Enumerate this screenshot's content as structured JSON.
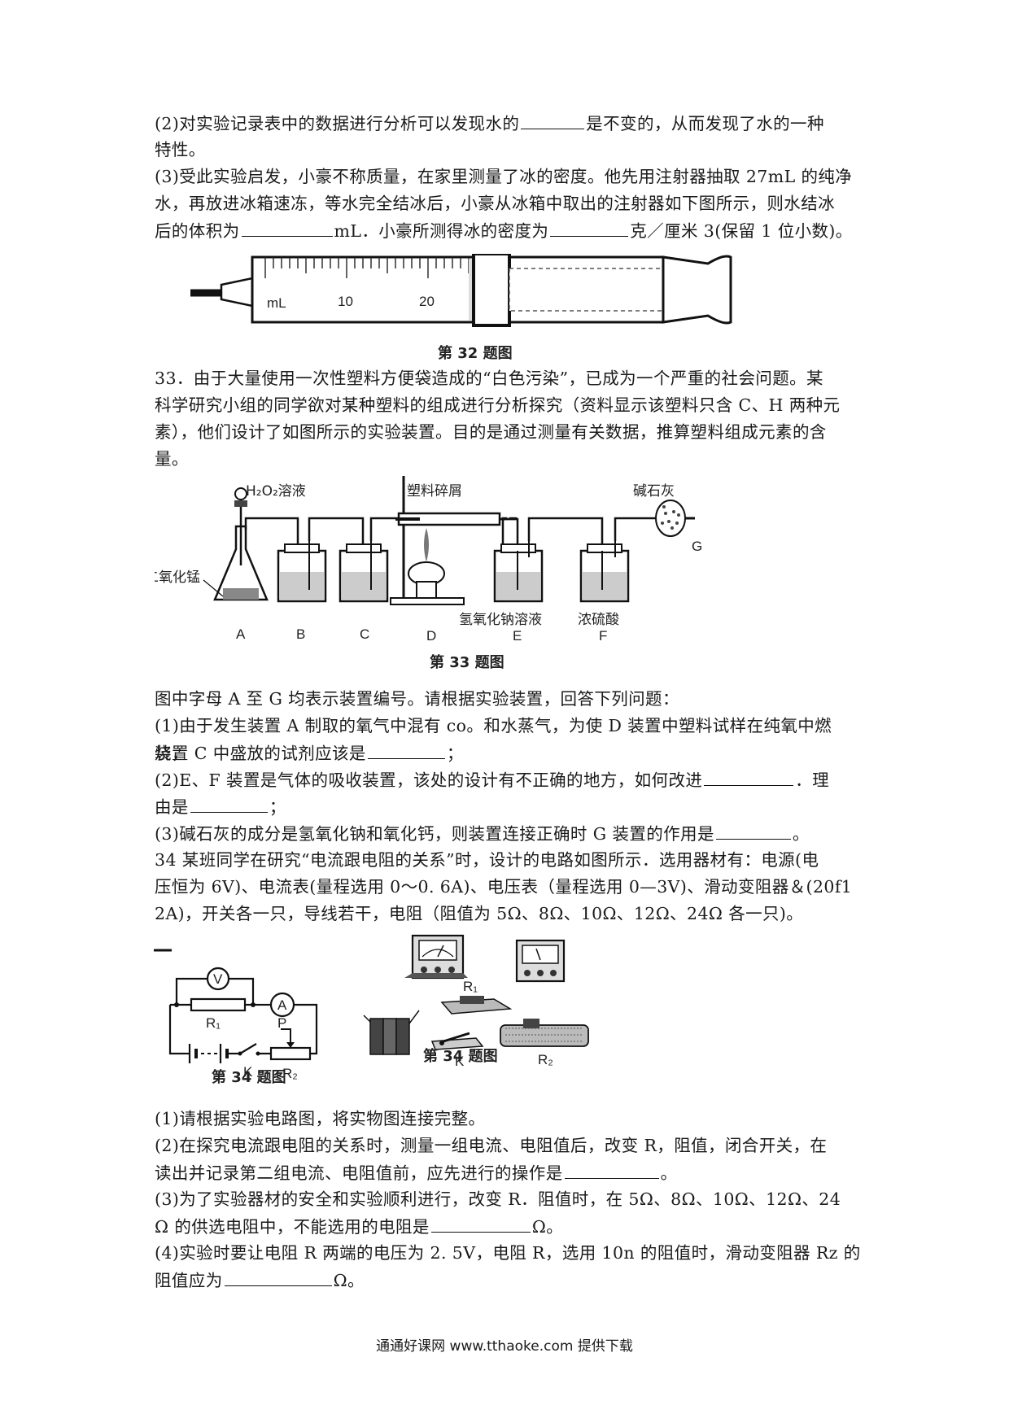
{
  "q32": {
    "p2_a": "(2)对实验记录表中的数据进行分析可以发现水的",
    "p2_b": "是不变的，从而发现了水的一种",
    "p2_c": "特性。",
    "p3_a": "(3)受此实验启发，小豪不称质量，在家里测量了冰的密度。他先用注射器抽取 27mL 的纯净",
    "p3_b": "水，再放进冰箱速冻，等水完全结冰后，小豪从冰箱中取出的注射器如下图所示，则水结冰",
    "p3_c": "后的体积为",
    "p3_d": "mL．小豪所测得冰的密度为",
    "p3_e": "克／厘米 3(保留 1 位小数)。",
    "syringe_unit": "mL",
    "syringe_tick_10": "10",
    "syringe_tick_20": "20",
    "fig_caption": "第 32 题图"
  },
  "q33": {
    "intro_1": "33．由于大量使用一次性塑料方便袋造成的“白色污染”，已成为一个严重的社会问题。某",
    "intro_2": "科学研究小组的同学欲对某种塑料的组成进行分析探究（资料显示该塑料只含 C、H 两种元",
    "intro_3": "素），他们设计了如图所示的实验装置。目的是通过测量有关数据，推算塑料组成元素的含",
    "intro_4": "量。",
    "label_h2o2": "H₂O₂溶液",
    "label_mno2": "二氧化锰",
    "label_plastic": "塑料碎屑",
    "label_soda_lime": "碱石灰",
    "label_naoh": "氢氧化钠溶液",
    "label_h2so4": "浓硫酸",
    "label_A": "A",
    "label_B": "B",
    "label_C": "C",
    "label_D": "D",
    "label_E": "E",
    "label_F": "F",
    "label_G": "G",
    "fig_caption": "第 33 题图",
    "desc": "图中字母 A 至 G 均表示装置编号。请根据实验装置，回答下列问题：",
    "a1_a": "(1)由于发生装置 A 制取的氧气中混有 co。和水蒸气，为使 D 装置中塑料试样在纯氧中燃烧，",
    "a1_b": "装置 C 中盛放的试剂应该是",
    "a1_c": "；",
    "a2_a": "(2)E、F 装置是气体的吸收装置，该处的设计有不正确的地方，如何改进",
    "a2_b": "．理",
    "a2_c": "由是",
    "a2_d": "；",
    "a3_a": "(3)碱石灰的成分是氢氧化钠和氧化钙，则装置连接正确时 G 装置的作用是",
    "a3_b": "。"
  },
  "q34": {
    "intro_1": "34 某班同学在研究“电流跟电阻的关系”时，设计的电路如图所示．选用器材有：电源(电",
    "intro_2": "压恒为 6V)、电流表(量程选用 0～0. 6A)、电压表（量程选用 0—3V)、滑动变阻器＆(20f1",
    "intro_3": "2A)，开关各一只，导线若干，电阻（阻值为 5Ω、8Ω、10Ω、12Ω、24Ω 各一只)。",
    "label_V": "V",
    "label_A": "A",
    "label_R1": "R₁",
    "label_R2": "R₂",
    "label_P": "P",
    "label_K": "K",
    "photo_R1": "R₁",
    "photo_K": "K",
    "photo_R2": "R₂",
    "fig_caption_left": "第 34 题图",
    "fig_caption_right": "第 34 题图",
    "a1": "(1)请根据实验电路图，将实物图连接完整。",
    "a2_a": "(2)在探究电流跟电阻的关系时，测量一组电流、电阻值后，改变 R，阻值，闭合开关，在",
    "a2_b": "读出并记录第二组电流、电阻值前，应先进行的操作是",
    "a2_c": "。",
    "a3_a": "(3)为了实验器材的安全和实验顺利进行，改变 R．阻值时，在 5Ω、8Ω、10Ω、12Ω、24",
    "a3_b": "Ω 的供选电阻中，不能选用的电阻是",
    "a3_c": "Ω。",
    "a4_a": "(4)实验时要让电阻 R 两端的电压为 2. 5V，电阻 R，选用 10n 的阻值时，滑动变阻器 Rz 的",
    "a4_b": "阻值应为",
    "a4_c": "Ω。"
  },
  "footer": "通通好课网 www.tthaoke.com 提供下载"
}
